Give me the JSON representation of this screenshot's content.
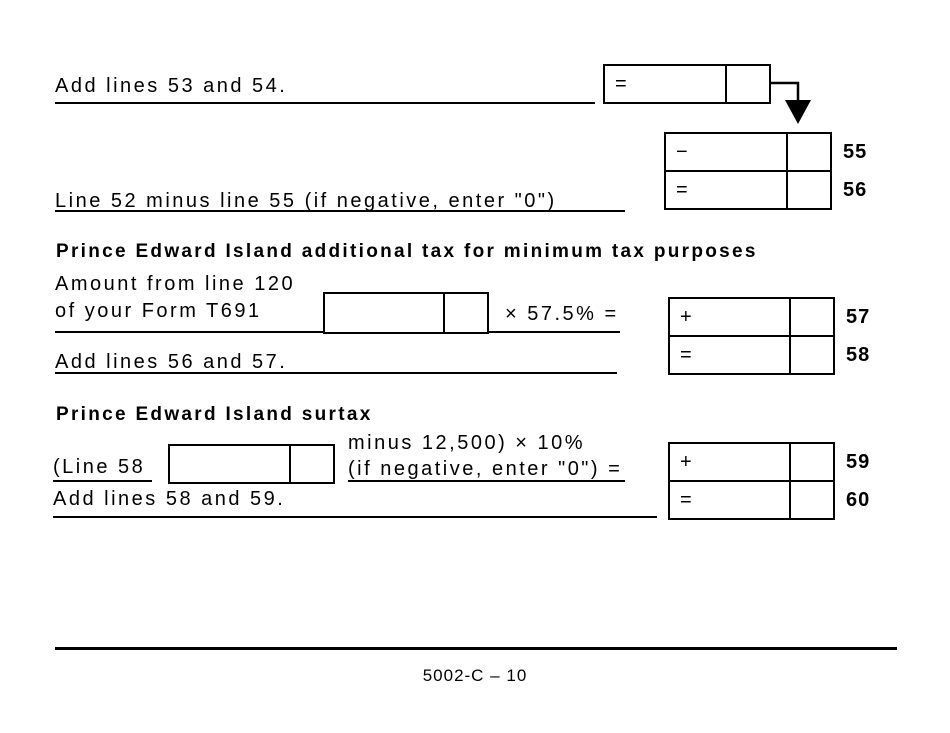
{
  "page": {
    "background": "#ffffff",
    "ink_color": "#000000",
    "footer_text": "5002-C – 10"
  },
  "top_section": {
    "add_53_54": {
      "label": "Add lines 53 and 54.",
      "operator": "="
    },
    "line_55": {
      "operator": "−",
      "number": "55"
    },
    "line_56": {
      "label": "Line 52 minus line 55 (if negative, enter \"0\")",
      "operator": "=",
      "number": "56"
    }
  },
  "minimum_tax_section": {
    "heading": "Prince Edward Island additional tax for minimum tax purposes",
    "amount_label_line1": "Amount from line 120",
    "amount_label_line2": "of your Form T691",
    "rate_text": "× 57.5% =",
    "line_57": {
      "operator": "+",
      "number": "57"
    },
    "line_58": {
      "label": "Add lines 56 and 57.",
      "operator": "=",
      "number": "58"
    }
  },
  "surtax_section": {
    "heading": "Prince Edward Island surtax",
    "open_paren_label": "(Line 58",
    "calc_line1": "minus 12,500) × 10%",
    "calc_line2": "(if negative, enter \"0\") =",
    "line_59": {
      "operator": "+",
      "number": "59"
    },
    "line_60": {
      "label": "Add lines 58 and 59.",
      "operator": "=",
      "number": "60"
    }
  },
  "fields": {
    "result_53_54": {
      "dollars": "",
      "cents": ""
    },
    "line_55": {
      "dollars": "",
      "cents": ""
    },
    "line_56": {
      "dollars": "",
      "cents": ""
    },
    "t691_amount": {
      "dollars": "",
      "cents": ""
    },
    "line_57": {
      "dollars": "",
      "cents": ""
    },
    "line_58": {
      "dollars": "",
      "cents": ""
    },
    "line_58_ref": {
      "dollars": "",
      "cents": ""
    },
    "line_59": {
      "dollars": "",
      "cents": ""
    },
    "line_60": {
      "dollars": "",
      "cents": ""
    }
  }
}
